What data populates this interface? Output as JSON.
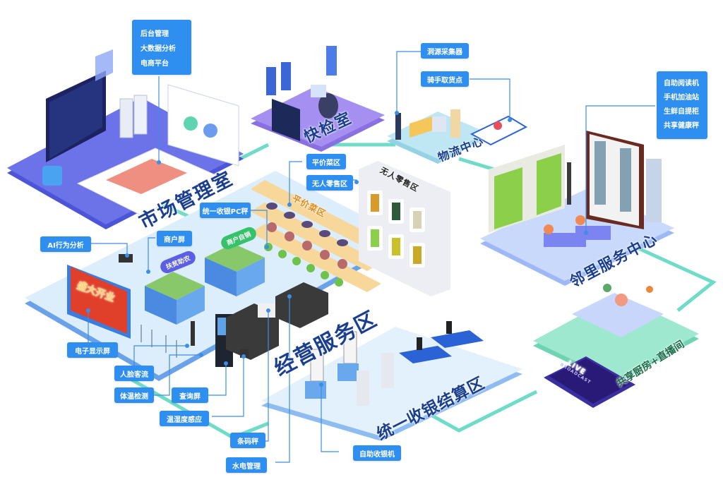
{
  "colors": {
    "label_bg": "#2f8ff0",
    "connector_teal": "#6fdcc8",
    "connector_blue": "#3c8de6",
    "market_room_platform": "#6c72e8",
    "quick_check_platform": "#a58ff0",
    "logistics_platform": "#bfe6f3",
    "neighborhood_platform": "#c8d9fb",
    "business_platform": "#dcedfb",
    "checkout_platform": "#e3f1fc",
    "kitchen_platform": "#9ee8cf",
    "title_text": "#1b3f8f"
  },
  "zones": {
    "market_management": {
      "title": "市场管理室",
      "labels": [
        "后台管理",
        "大数据分析",
        "电商平台"
      ]
    },
    "quick_check": {
      "title": "快检室"
    },
    "logistics": {
      "title": "物流中心",
      "labels": [
        "洞源采集器",
        "骑手取货点"
      ]
    },
    "neighborhood_service": {
      "title": "邻里服务中心",
      "labels": [
        "自助阅读机",
        "手机加油站",
        "生鲜自提柜",
        "共享健康秤"
      ]
    },
    "business_service": {
      "title": "经营服务区",
      "labels": {
        "affordable_veg": "平价菜区",
        "unmanned_retail": "无人零售区",
        "unified_pc_scale": "统一收银PC秤",
        "ai_behavior": "AI行为分析",
        "merchant_screen": "商户屏",
        "electronic_display": "电子显示屏",
        "face_traffic": "人脸客流",
        "temperature_check": "体温检测",
        "query_screen": "查询屏",
        "temp_humidity_sensor": "温湿度感应",
        "barcode_scale": "条码秤",
        "utility_management": "水电管理"
      },
      "shelf_sign": "平价菜区",
      "retail_sign": "无人零售区",
      "bubbles": {
        "merchant_self_sale": "商户自销",
        "help_farmers": "扶贫助农"
      },
      "display_screen_text": "盛大开业"
    },
    "checkout": {
      "title": "统一收银结算区",
      "labels": [
        "自助收银机"
      ]
    },
    "shared_kitchen": {
      "title": "共享厨房+直播间",
      "live_text": "LIVE",
      "broadcast_text": "BROADCAST"
    }
  }
}
